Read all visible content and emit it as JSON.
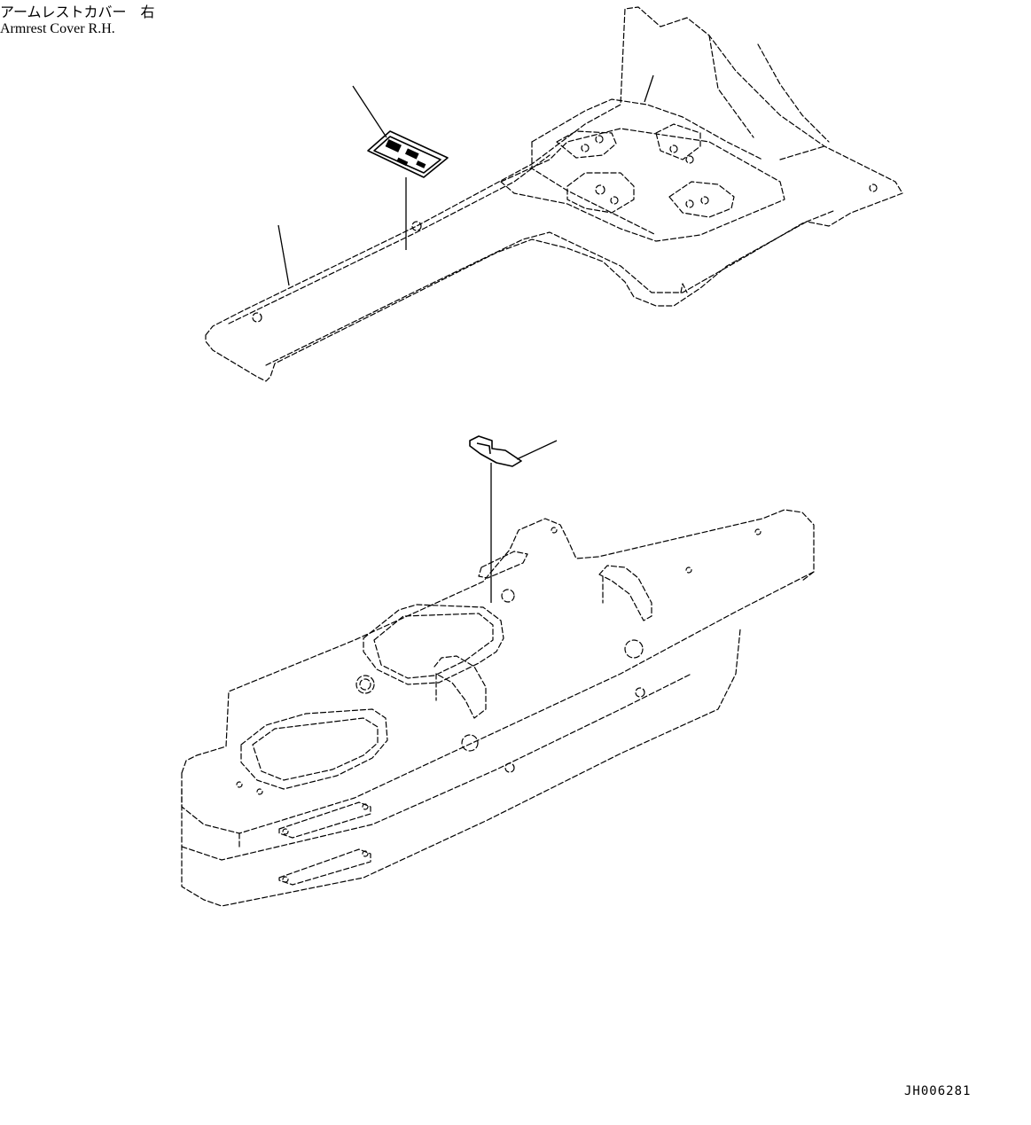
{
  "caption": {
    "japanese": "アームレストカバー　右",
    "english": "Armrest Cover R.H."
  },
  "drawing_id": "JH006281",
  "colors": {
    "line": "#000000",
    "background": "#ffffff"
  }
}
